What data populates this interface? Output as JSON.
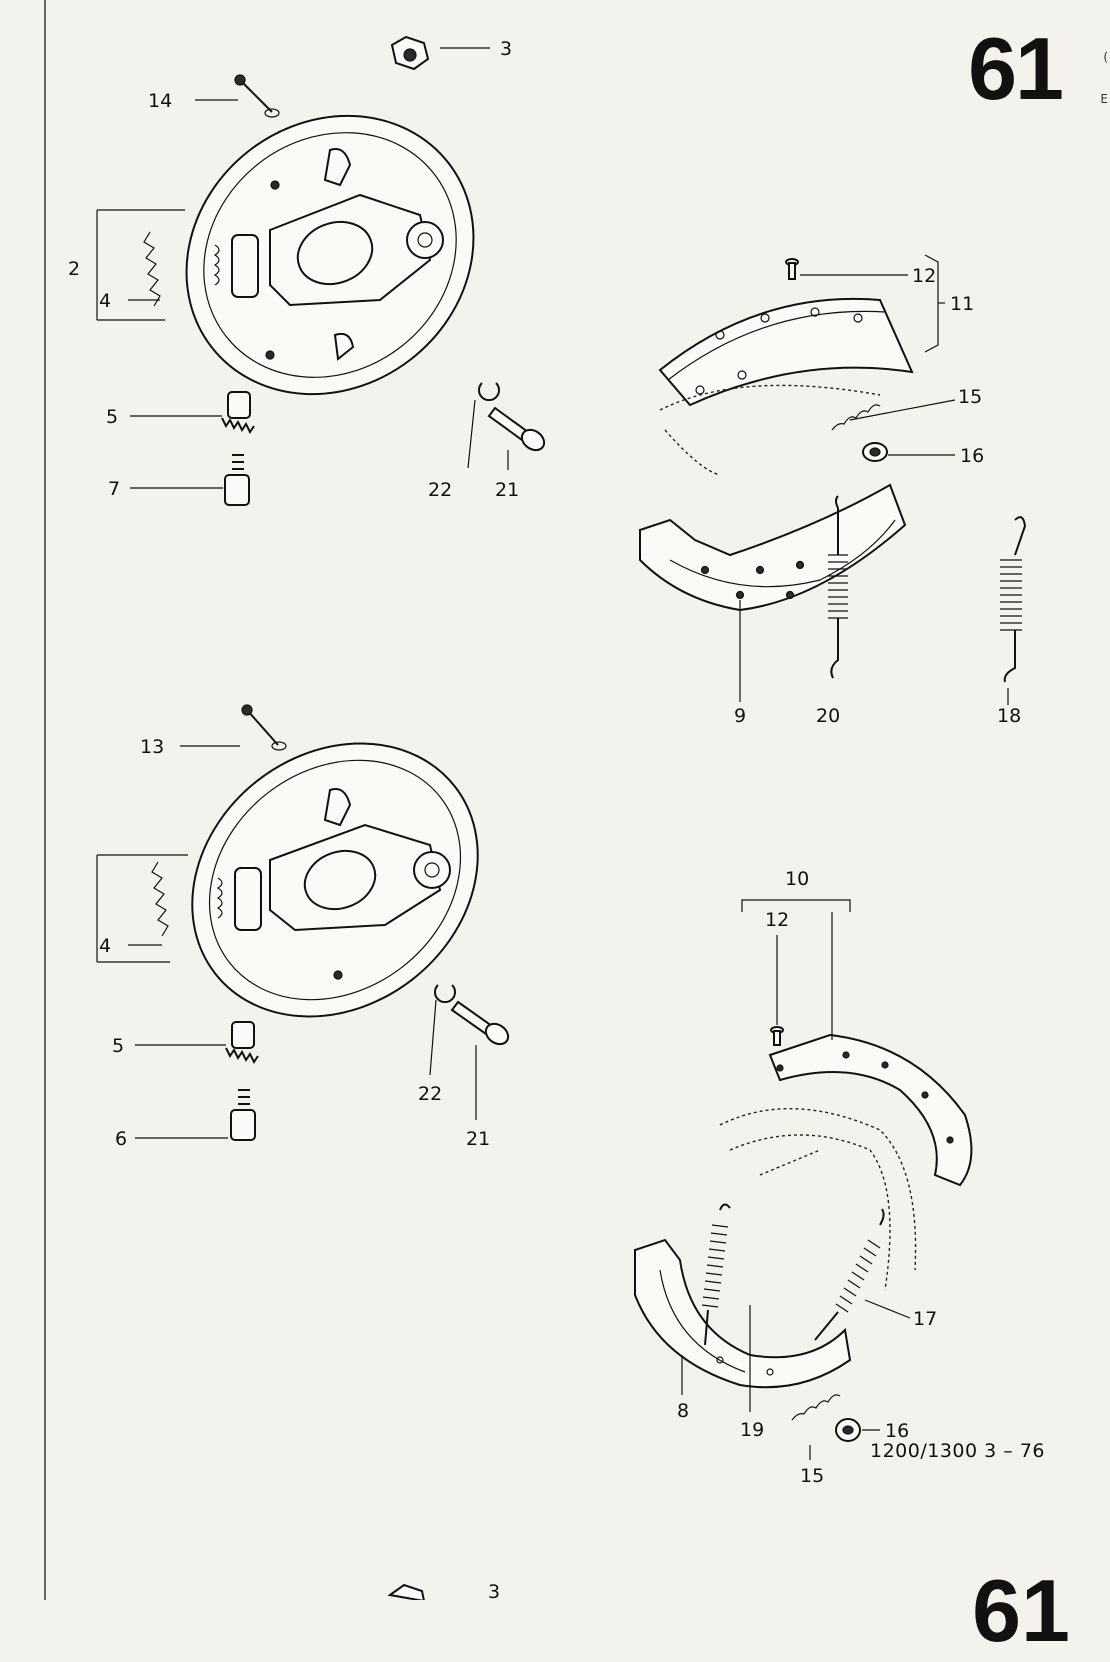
{
  "header": {
    "page_number": "61",
    "page_number_bottom": "61"
  },
  "footer": {
    "model_date": "1200/1300   3 – 76"
  },
  "edge_marks": [
    "(",
    "E"
  ],
  "callouts": {
    "p3": "3",
    "p14": "14",
    "p2": "2",
    "p4a": "4",
    "p5a": "5",
    "p7": "7",
    "p22a": "22",
    "p21a": "21",
    "p13": "13",
    "p4b": "4",
    "p5b": "5",
    "p6": "6",
    "p22b": "22",
    "p21b": "21",
    "p12a": "12",
    "p11": "11",
    "p15a": "15",
    "p16a": "16",
    "p9": "9",
    "p20": "20",
    "p18": "18",
    "p10": "10",
    "p12b": "12",
    "p17": "17",
    "p8": "8",
    "p19": "19",
    "p15b": "15",
    "p16b": "16",
    "p3b": "3"
  }
}
